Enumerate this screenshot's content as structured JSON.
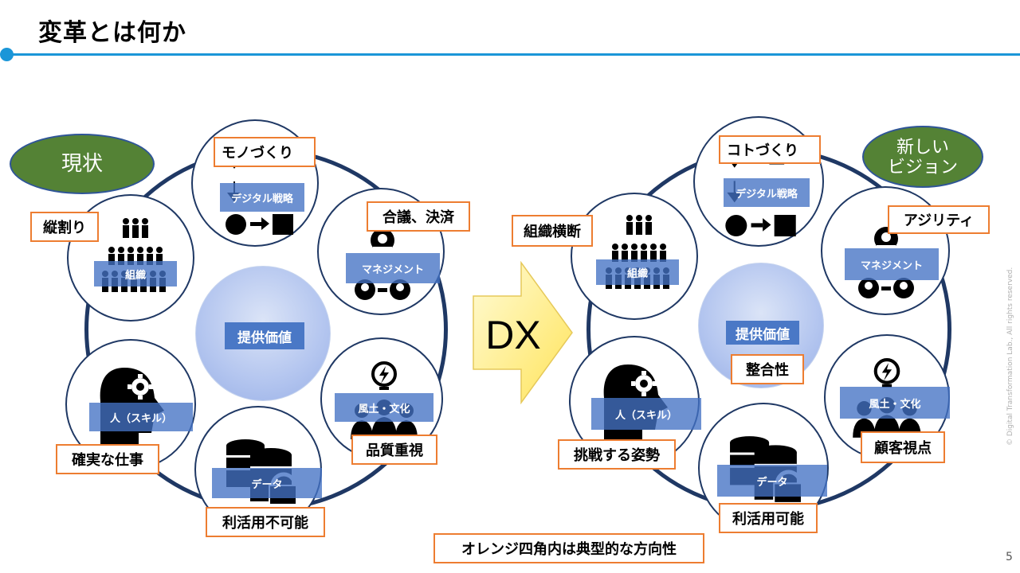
{
  "slide": {
    "title": "変革とは何か",
    "page_number": "5",
    "copyright": "© Digital Transformation Lab., All rights reserved."
  },
  "current": {
    "label": "現状",
    "center": "提供価値",
    "nodes": {
      "monozukuri": {
        "band": "デジタル戦略",
        "box": "モノづくり"
      },
      "management": {
        "band": "マネジメント",
        "box": "合議、決済"
      },
      "culture": {
        "band": "風土・文化",
        "box": "品質重視"
      },
      "data": {
        "band": "データ",
        "box": "利活用不可能"
      },
      "people": {
        "band": "人（スキル）",
        "box": "確実な仕事"
      },
      "org": {
        "band": "組織",
        "box": "縦割り"
      }
    }
  },
  "transition": {
    "label": "DX"
  },
  "vision": {
    "label": "新しい\nビジョン",
    "center": "提供価値",
    "center_box": "整合性",
    "nodes": {
      "kotozukuri": {
        "band": "デジタル戦略",
        "box": "コトづくり"
      },
      "management": {
        "band": "マネジメント",
        "box": "アジリティ"
      },
      "culture": {
        "band": "風土・文化",
        "box": "顧客視点"
      },
      "data": {
        "band": "データ",
        "box": "利活用可能"
      },
      "people": {
        "band": "人（スキル）",
        "box": "挑戦する姿勢"
      },
      "org": {
        "band": "組織",
        "box": "組織横断"
      }
    }
  },
  "note": "オレンジ四角内は典型的な方向性",
  "colors": {
    "accent": "#1b96d8",
    "ring": "#1f3864",
    "band": "#4472c4",
    "orange": "#ed7d31",
    "green": "#548235"
  }
}
